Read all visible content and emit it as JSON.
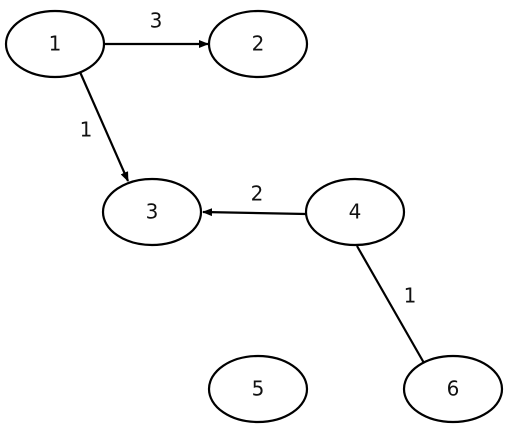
{
  "graph": {
    "nodes": [
      {
        "id": "n1",
        "label": "1"
      },
      {
        "id": "n2",
        "label": "2"
      },
      {
        "id": "n3",
        "label": "3"
      },
      {
        "id": "n4",
        "label": "4"
      },
      {
        "id": "n5",
        "label": "5"
      },
      {
        "id": "n6",
        "label": "6"
      }
    ],
    "edges": [
      {
        "from": "n1",
        "to": "n2",
        "weight": "3"
      },
      {
        "from": "n1",
        "to": "n3",
        "weight": "1"
      },
      {
        "from": "n4",
        "to": "n3",
        "weight": "2"
      },
      {
        "from": "n4",
        "to": "n6",
        "weight": "1"
      }
    ],
    "colors": {
      "stroke": "#000000",
      "fill": "#ffffff",
      "text": "#111111"
    }
  }
}
